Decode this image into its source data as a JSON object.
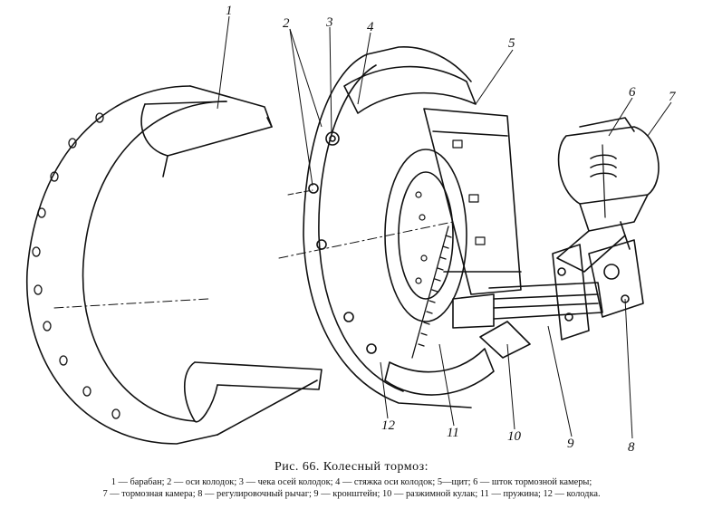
{
  "figure": {
    "callouts": [
      "1",
      "2",
      "3",
      "4",
      "5",
      "6",
      "7",
      "8",
      "9",
      "10",
      "11",
      "12"
    ]
  },
  "caption": {
    "title": "Рис. 66. Колесный тормоз:",
    "legend_line1": "1 — барабан; 2 — оси колодок; 3 — чека осей колодок; 4 — стяжка оси колодок; 5—щит; 6 — шток тормозной камеры;",
    "legend_line2": "7 — тормозная камера; 8 — регулировочный рычаг; 9 — кронштейн; 10 — разжимной кулак; 11 — пружина; 12 — колодка."
  }
}
